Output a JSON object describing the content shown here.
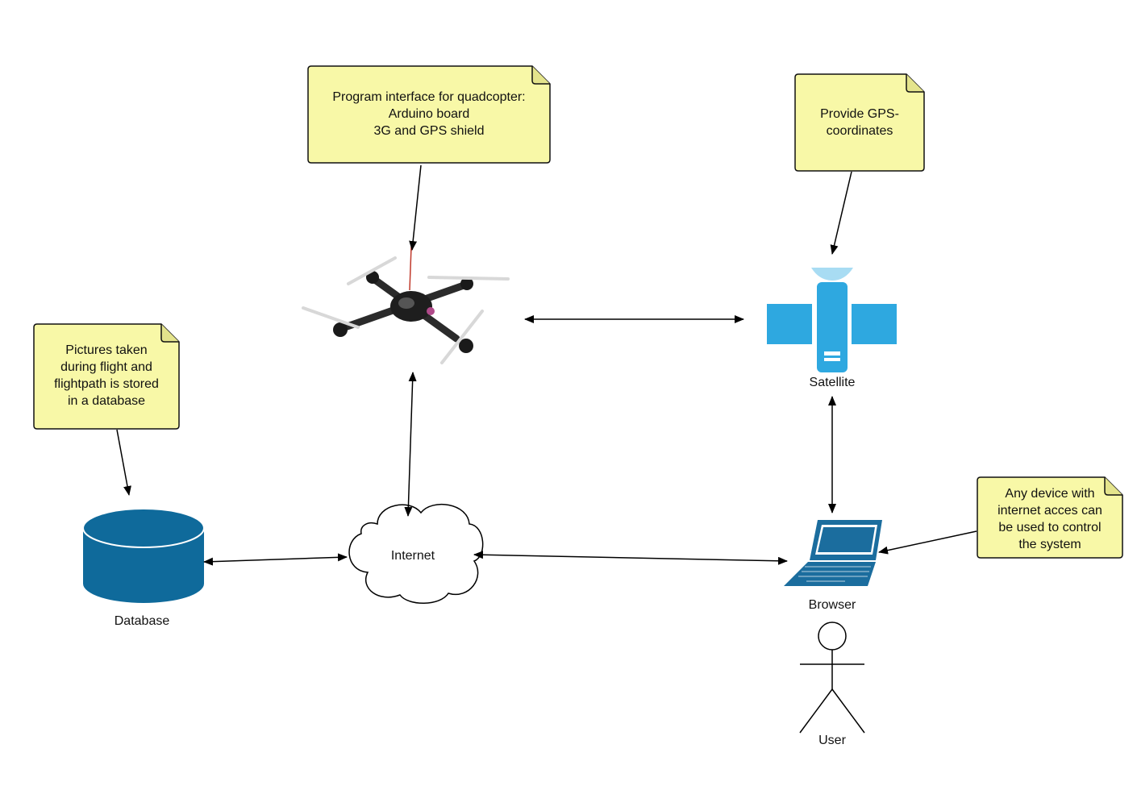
{
  "colors": {
    "note_fill": "#f8f8a7",
    "note_border": "#111111",
    "device_blue": "#2ea8e0",
    "database_blue": "#0f6a9b",
    "laptop_blue": "#1b6d9e",
    "connector": "#000000"
  },
  "notes": {
    "quadcopter": {
      "lines": [
        "Program interface for quadcopter:",
        "Arduino board",
        "3G and GPS shield"
      ]
    },
    "gps": {
      "lines": [
        "Provide GPS-",
        "coordinates"
      ]
    },
    "database": {
      "lines": [
        "Pictures taken",
        "during flight and",
        "flightpath is stored",
        "in a database"
      ]
    },
    "device": {
      "lines": [
        "Any device with",
        "internet acces can",
        "be used to control",
        "the system"
      ]
    }
  },
  "nodes": {
    "satellite": {
      "label": "Satellite",
      "icon": "satellite-icon"
    },
    "internet": {
      "label": "Internet",
      "icon": "cloud-icon"
    },
    "database": {
      "label": "Database",
      "icon": "database-cylinder-icon"
    },
    "browser": {
      "label": "Browser",
      "icon": "laptop-icon"
    },
    "user": {
      "label": "User",
      "icon": "stick-figure-icon"
    },
    "quadcopter": {
      "icon": "quadcopter-drone-icon"
    }
  },
  "connections": [
    {
      "from": "quadcopter",
      "to": "satellite",
      "type": "bidirectional"
    },
    {
      "from": "quadcopter",
      "to": "internet",
      "type": "bidirectional"
    },
    {
      "from": "database",
      "to": "internet",
      "type": "bidirectional"
    },
    {
      "from": "internet",
      "to": "browser",
      "type": "bidirectional"
    },
    {
      "from": "satellite",
      "to": "browser",
      "type": "bidirectional"
    },
    {
      "from": "note.quadcopter",
      "to": "quadcopter",
      "type": "directed"
    },
    {
      "from": "note.gps",
      "to": "satellite",
      "type": "directed"
    },
    {
      "from": "note.database",
      "to": "database",
      "type": "directed"
    },
    {
      "from": "note.device",
      "to": "browser",
      "type": "directed"
    }
  ]
}
